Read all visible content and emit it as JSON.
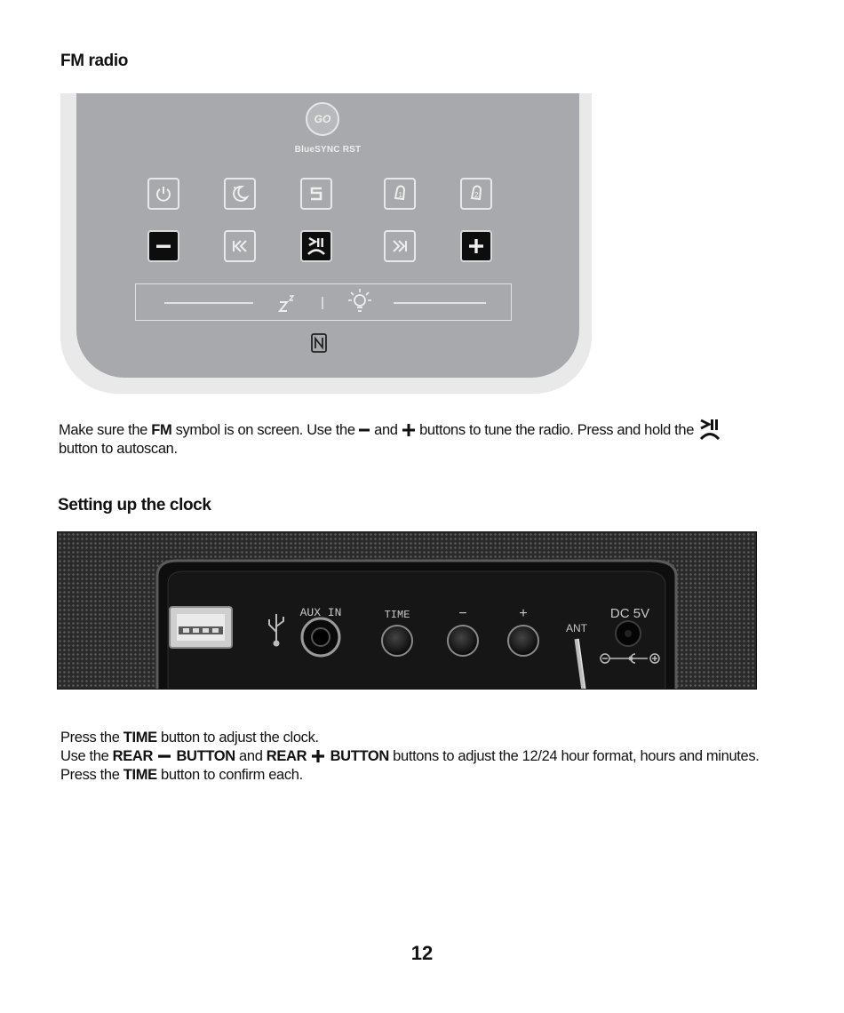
{
  "sections": {
    "fm_radio": {
      "heading": "FM radio",
      "panel": {
        "logo_text": "GO",
        "brand": "BlueSYNC RST"
      },
      "instructions": {
        "s1": "Make sure the ",
        "fm": "FM",
        "s2": " symbol is on screen. Use the ",
        "s3": " and ",
        "s4": " buttons to tune the radio. Press and hold the ",
        "s5": "button to autoscan."
      }
    },
    "clock": {
      "heading": "Setting up the clock",
      "rear_labels": {
        "aux": "AUX  IN",
        "time": "TIME",
        "minus": "−",
        "plus": "+",
        "ant": "ANT",
        "dc": "DC 5V"
      },
      "instructions": {
        "l1a": "Press the ",
        "time1": "TIME",
        "l1b": " button to adjust the clock.",
        "l2a": "Use the ",
        "rear_minus_a": "REAR ",
        "rear_minus_b": " BUTTON",
        "l2b": " and ",
        "rear_plus_a": "REAR ",
        "rear_plus_b": " BUTTON",
        "l2c": " buttons to adjust the 12/24 hour format, hours and minutes.",
        "l3a": "Press the ",
        "time2": "TIME",
        "l3b": " button to confirm each."
      }
    }
  },
  "page_number": "12"
}
